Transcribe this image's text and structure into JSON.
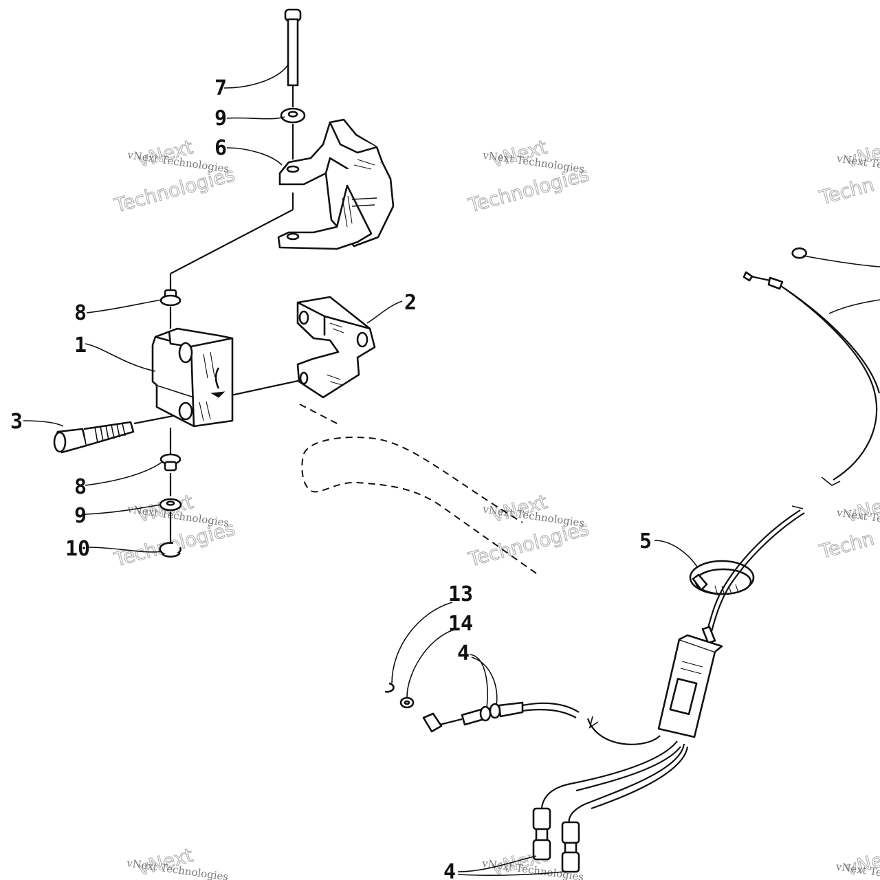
{
  "diagram": {
    "callouts": {
      "c1": "1",
      "c2": "2",
      "c3": "3",
      "c4a": "4",
      "c4b": "4",
      "c5": "5",
      "c6": "6",
      "c7": "7",
      "c8a": "8",
      "c8b": "8",
      "c9a": "9",
      "c9b": "9",
      "c10": "10",
      "c13": "13",
      "c14": "14"
    },
    "watermark": {
      "small": "vNext Technologies",
      "big": "Technologies",
      "top": "vNext",
      "partial_small": "vNext Te",
      "partial_big": "Techn"
    }
  }
}
